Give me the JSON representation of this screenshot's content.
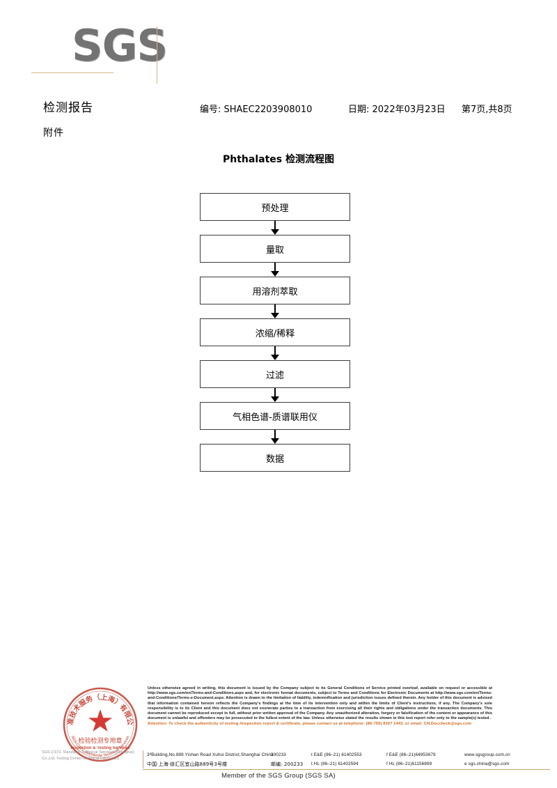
{
  "logo": {
    "text": "SGS"
  },
  "header": {
    "title": "检测报告",
    "subtitle": "附件",
    "report_no": "编号: SHAEC2203908010",
    "date": "日期: 2022年03月23日",
    "page": "第7页,共8页"
  },
  "flowchart": {
    "title": "Phthalates 检测流程图",
    "steps": [
      {
        "label": "预处理"
      },
      {
        "label": "量取"
      },
      {
        "label": "用溶剂萃取"
      },
      {
        "label": "浓缩/稀释"
      },
      {
        "label": "过滤"
      },
      {
        "label": "气相色谱-质谱联用仪"
      },
      {
        "label": "数据"
      }
    ]
  },
  "stamp": {
    "outer_text_cn": "标准技术服务（上海）有限公司",
    "outer_text_en": "SGS-CSTC Standards Technical Services",
    "line1": "检验检测专用章",
    "line2": "Inspection & Testing Services",
    "color": "#c0392b",
    "caption": "SGS-CSTC Standards Technical Services (Shanghai) Co.,Ltd. Testing Center-Chemical Laboratory."
  },
  "footer": {
    "legal": "Unless otherwise agreed in writing, this document is issued by the Company subject to its General Conditions of Service printed overleaf, available on request or accessible at http://www.sgs.com/en/Terms-and-Conditions.aspx and, for electronic format documents, subject to Terms and Conditions for Electronic Documents at http://www.sgs.com/en/Terms-and-Conditions/Terms-e-Document.aspx. Attention is drawn to the limitation of liability, indemnification and jurisdiction issues defined therein. Any holder of this document is advised that information contained hereon reflects the Company's findings at the time of its intervention only and within the limits of Client's instructions, if any. The Company's sole responsibility is to its Client and this document does not exonerate parties to a transaction from exercising all their rights and obligations under the transaction documents. This document cannot be reproduced except in full, without prior written approval of the Company. Any unauthorized alteration, forgery or falsification of the content or appearance of this document is unlawful and offenders may be prosecuted to the fullest extent of the law. Unless otherwise stated the results shown in this test report refer only to the sample(s) tested .",
    "attention": "Attention: To check the authenticity of testing /inspection report & certificate, please contact us at telephone: (86-755) 8307 1443, or email: CN.Doccheck@sgs.com",
    "attention_color": "#d2691e",
    "member": "Member of the SGS Group (SGS SA)"
  },
  "address": {
    "row_en": {
      "street": "3ᵈBuilding,No.889 Yishan Road Xuhui District,Shanghai China",
      "zip": "200233",
      "tel": "t E&E (86–21) 61402553",
      "fax": "f E&E (86–21)64953679",
      "web": "www.sgsgroup.com.cn"
    },
    "row_cn": {
      "street": "中国·上海·徐汇区宜山路889号3号楼",
      "zip": "邮编: 200233",
      "tel": "t HL (86–21) 61402594",
      "fax": "f HL (86–21)61156899",
      "web": "e  sgs.china@sgs.com"
    }
  }
}
